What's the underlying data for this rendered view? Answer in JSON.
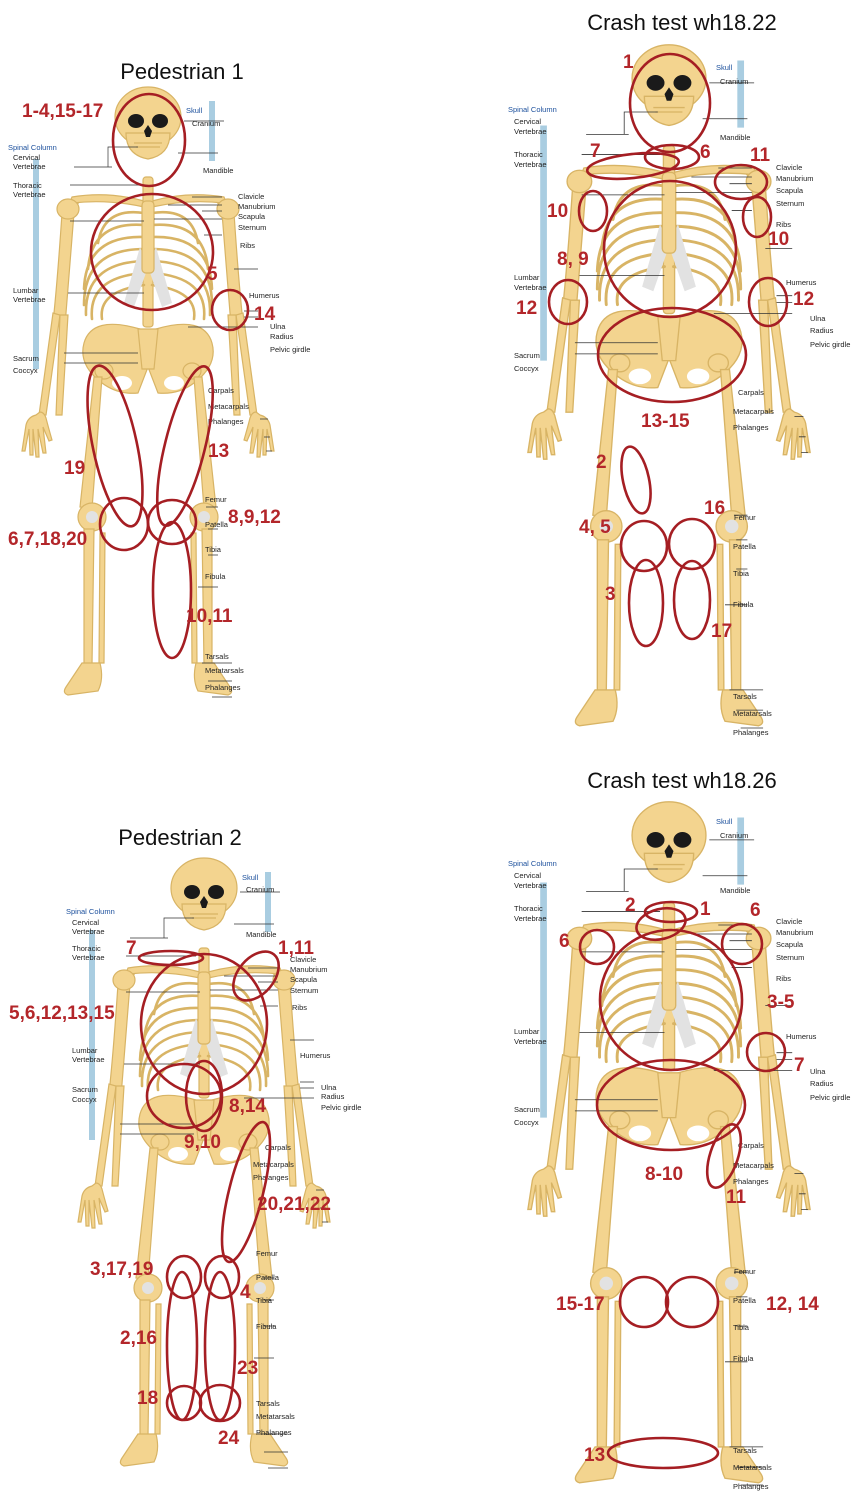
{
  "panels": [
    {
      "title": "Pedestrian 1",
      "labels": {
        "skull": "Skull",
        "cranium": "Cranium",
        "spinal": "Spinal Column",
        "cervical": "Cervical",
        "cervical_v": "Vertebrae",
        "mandible": "Mandible",
        "thoracic": "Thoracic",
        "thoracic_v": "Vertebrae",
        "clavicle": "Clavicle",
        "manubrium": "Manubrium",
        "scapula": "Scapula",
        "sternum": "Sternum",
        "ribs": "Ribs",
        "lumbar": "Lumbar",
        "lumbar_v": "Vertebrae",
        "humerus": "Humerus",
        "ulna": "Ulna",
        "radius": "Radius",
        "pelvic": "Pelvic girdle",
        "sacrum": "Sacrum",
        "coccyx": "Coccyx",
        "carpals": "Carpals",
        "metacarpals": "Metacarpals",
        "phalanges_h": "Phalanges",
        "femur": "Femur",
        "patella": "Patella",
        "tibia": "Tibia",
        "fibula": "Fibula",
        "tarsals": "Tarsals",
        "metatarsals": "Metatarsals",
        "phalanges_f": "Phalanges"
      },
      "injuries": [
        "1-4,15-17",
        "5",
        "14",
        "19",
        "13",
        "6,7,18,20",
        "8,9,12",
        "10,11"
      ]
    },
    {
      "title": "Crash test wh18.22",
      "labels": {
        "skull": "Skull",
        "cranium": "Cranium",
        "spinal": "Spinal Column",
        "cervical": "Cervical",
        "cervical_v": "Vertebrae",
        "mandible": "Mandible",
        "thoracic": "Thoracic",
        "thoracic_v": "Vertebrae",
        "clavicle": "Clavicle",
        "manubrium": "Manubrium",
        "scapula": "Scapula",
        "sternum": "Sternum",
        "ribs": "Ribs",
        "lumbar": "Lumbar",
        "lumbar_v": "Vertebrae",
        "humerus": "Humerus",
        "ulna": "Ulna",
        "radius": "Radius",
        "pelvic": "Pelvic girdle",
        "sacrum": "Sacrum",
        "coccyx": "Coccyx",
        "carpals": "Carpals",
        "metacarpals": "Metacarpals",
        "phalanges_h": "Phalanges",
        "femur": "Femur",
        "patella": "Patella",
        "tibia": "Tibia",
        "fibula": "Fibula",
        "tarsals": "Tarsals",
        "metatarsals": "Metatarsals",
        "phalanges_f": "Phalanges"
      },
      "injuries": [
        "1",
        "7",
        "6",
        "11",
        "10",
        "10",
        "8, 9",
        "12",
        "12",
        "13-15",
        "2",
        "16",
        "4, 5",
        "3",
        "17"
      ]
    },
    {
      "title": "Pedestrian 2",
      "labels": {
        "skull": "Skull",
        "cranium": "Cranium",
        "spinal": "Spinal Column",
        "cervical": "Cervical",
        "cervical_v": "Vertebrae",
        "mandible": "Mandible",
        "thoracic": "Thoracic",
        "thoracic_v": "Vertebrae",
        "clavicle": "Clavicle",
        "manubrium": "Manubrium",
        "scapula": "Scapula",
        "sternum": "Sternum",
        "ribs": "Ribs",
        "lumbar": "Lumbar",
        "lumbar_v": "Vertebrae",
        "humerus": "Humerus",
        "ulna": "Ulna",
        "radius": "Radius",
        "pelvic": "Pelvic girdle",
        "sacrum": "Sacrum",
        "coccyx": "Coccyx",
        "carpals": "Carpals",
        "metacarpals": "Metacarpals",
        "phalanges_h": "Phalanges",
        "femur": "Femur",
        "patella": "Patella",
        "tibia": "Tibia",
        "fibula": "Fibula",
        "tarsals": "Tarsals",
        "metatarsals": "Metatarsals",
        "phalanges_f": "Phalanges"
      },
      "injuries": [
        "7",
        "1,11",
        "5,6,12,13,15",
        "8,14",
        "9,10",
        "20,21,22",
        "3,17,19",
        "4",
        "2,16",
        "23",
        "18",
        "24"
      ]
    },
    {
      "title": "Crash test wh18.26",
      "labels": {
        "skull": "Skull",
        "cranium": "Cranium",
        "spinal": "Spinal Column",
        "cervical": "Cervical",
        "cervical_v": "Vertebrae",
        "mandible": "Mandible",
        "thoracic": "Thoracic",
        "thoracic_v": "Vertebrae",
        "clavicle": "Clavicle",
        "manubrium": "Manubrium",
        "scapula": "Scapula",
        "sternum": "Sternum",
        "ribs": "Ribs",
        "lumbar": "Lumbar",
        "lumbar_v": "Vertebrae",
        "humerus": "Humerus",
        "ulna": "Ulna",
        "radius": "Radius",
        "pelvic": "Pelvic girdle",
        "sacrum": "Sacrum",
        "coccyx": "Coccyx",
        "carpals": "Carpals",
        "metacarpals": "Metacarpals",
        "phalanges_h": "Phalanges",
        "femur": "Femur",
        "patella": "Patella",
        "tibia": "Tibia",
        "fibula": "Fibula",
        "tarsals": "Tarsals",
        "metatarsals": "Metatarsals",
        "phalanges_f": "Phalanges"
      },
      "injuries": [
        "2",
        "1",
        "6",
        "6",
        "3-5",
        "7",
        "8-10",
        "11",
        "15-17",
        "12, 14",
        "13"
      ]
    }
  ],
  "colors": {
    "bone": "#f3d48f",
    "bone_outline": "#d8b465",
    "cartilage": "#e2e2e2",
    "bracket": "#a9cde1",
    "injury": "#a51e23",
    "injury_text": "#b3262a"
  },
  "icons": {
    "skeleton": "human-skeleton-front-icon"
  }
}
